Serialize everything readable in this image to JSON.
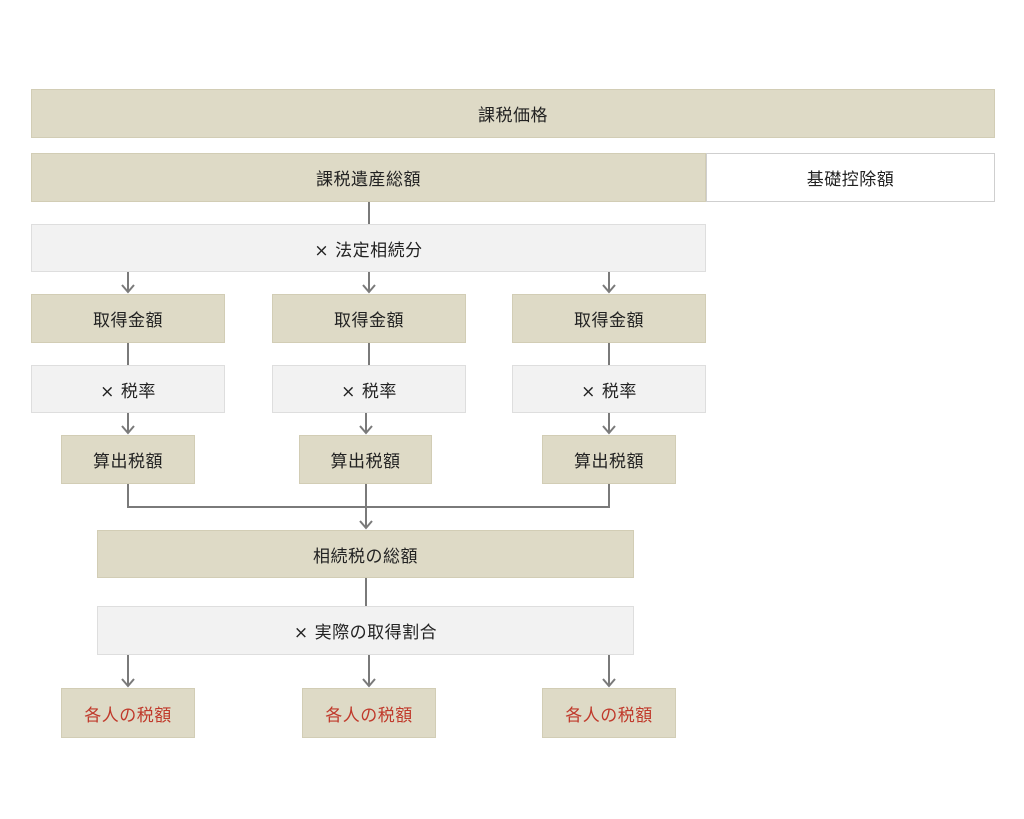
{
  "nodes": {
    "taxable_value": "課税価格",
    "total_taxable_estate": "課税遺産総額",
    "basic_deduction": "基礎控除額",
    "statutory_share": "× 法定相続分",
    "acquisition_amount": "取得金額",
    "tax_rate": "× 税率",
    "computed_tax": "算出税額",
    "total_inheritance_tax": "相続税の総額",
    "actual_share": "× 実際の取得割合",
    "individual_tax": "各人の税額"
  },
  "colors": {
    "tan_box": "#dedac6",
    "grey_box": "#f2f2f2",
    "connector": "#7a7a7a",
    "result_text": "#c0392b"
  }
}
